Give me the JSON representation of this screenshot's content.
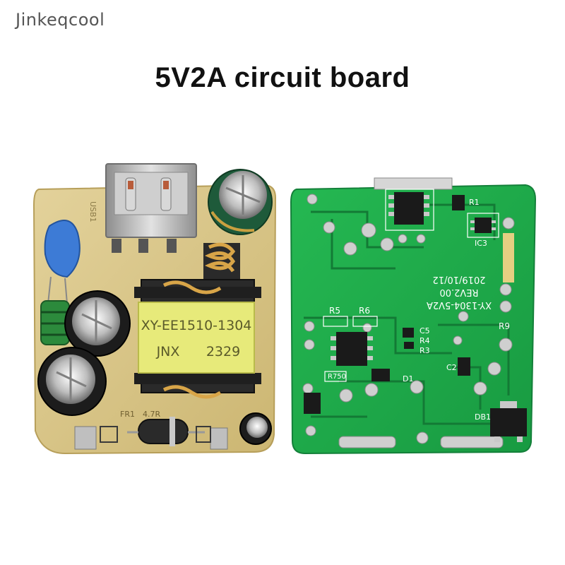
{
  "brand": "Jinkeqcool",
  "title": "5V2A circuit board",
  "left_board": {
    "transformer_label_1": "XY-EE1510-1304",
    "transformer_label_2": "JNX",
    "transformer_label_3": "2329",
    "usb_label": "USB1",
    "fuse_label": "FR1",
    "fuse_value": "4.7R"
  },
  "right_board": {
    "model": "XY-1304-5V2A",
    "revision": "REV2.00",
    "date": "2019/10/12",
    "labels": [
      "R5",
      "R6",
      "R9",
      "R1",
      "IC3",
      "D1",
      "DB1",
      "C2",
      "C5",
      "R4",
      "R3",
      "R750"
    ]
  },
  "colors": {
    "left_pcb": "#d8c58a",
    "right_pcb": "#1faa4a",
    "transformer": "#e7ea7a"
  }
}
